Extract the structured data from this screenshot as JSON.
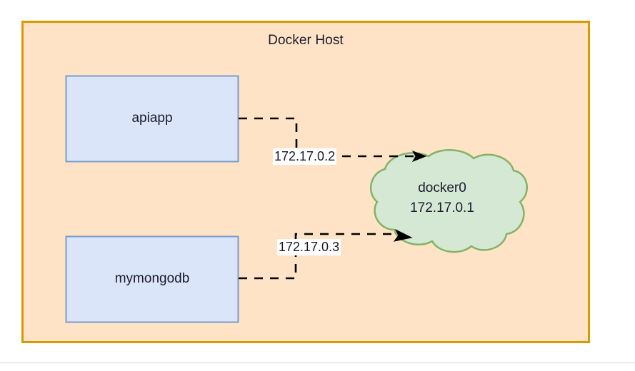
{
  "diagram": {
    "title": "Docker Host",
    "host_container": {
      "label": "Docker Host",
      "fill": "#ffe3c6",
      "stroke": "#d79b00"
    },
    "containers": [
      {
        "name": "apiapp",
        "label": "apiapp",
        "fill": "#dbe5f9",
        "stroke": "#7a9ccc",
        "ip": "172.17.0.2"
      },
      {
        "name": "mymongodb",
        "label": "mymongodb",
        "fill": "#dbe5f9",
        "stroke": "#7a9ccc",
        "ip": "172.17.0.3"
      }
    ],
    "bridge": {
      "name": "docker0",
      "label_line1": "docker0",
      "label_line2": "172.17.0.1",
      "fill": "#d5e8d4",
      "stroke": "#82b366"
    },
    "edges": [
      {
        "from": "apiapp",
        "to": "docker0",
        "label": "172.17.0.2",
        "style": "dashed",
        "arrow": "end"
      },
      {
        "from": "mymongodb",
        "to": "docker0",
        "label": "172.17.0.3",
        "style": "dashed",
        "arrow": "end"
      }
    ],
    "colors": {
      "edge": "#000000",
      "text": "#1a1a2e",
      "label_background": "#ffffff",
      "footer_rule": "#e3e3e3",
      "page_background": "#ffffff"
    }
  }
}
